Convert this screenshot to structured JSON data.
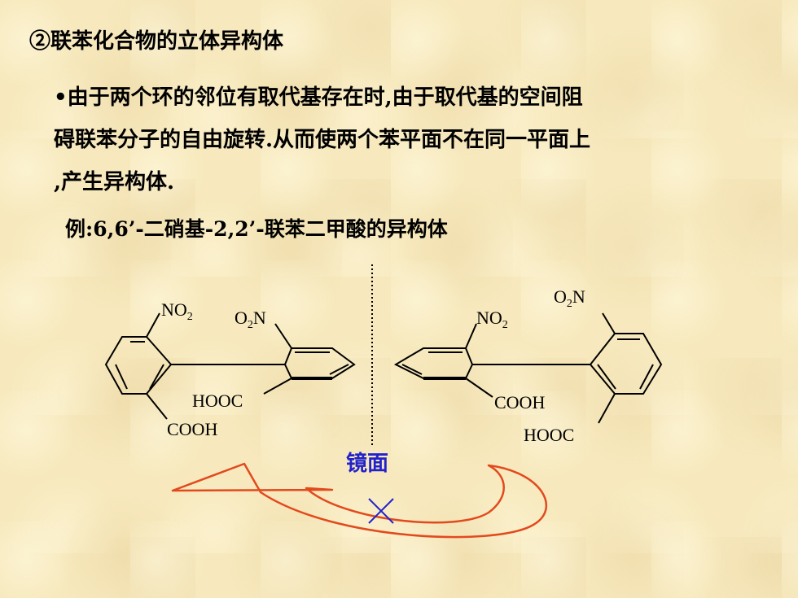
{
  "title": "②联苯化合物的立体异构体",
  "bullet": {
    "lines": [
      "•由于两个环的邻位有取代基存在时,由于取代基的空间阻",
      "碍联苯分子的自由旋转.从而使两个苯平面不在同一平面上",
      ",产生异构体."
    ]
  },
  "example": "例:6,6’-二硝基-2,2’-联苯二甲酸的异构体",
  "left_molecule": {
    "no2_top": "NO",
    "no2_top_sub": "2",
    "o2n_top": "O",
    "o2n_top_sub": "2",
    "o2n_top_end": "N",
    "hooc": "HOOC",
    "cooh": "COOH"
  },
  "right_molecule": {
    "o2n_top": "O",
    "o2n_top_sub": "2",
    "o2n_top_end": "N",
    "no2_top": "NO",
    "no2_top_sub": "2",
    "cooh": "COOH",
    "hooc": "HOOC"
  },
  "mirror_label": "镜面",
  "cross_symbol": "×",
  "colors": {
    "arrow": "#e24a1e",
    "mirror_text": "#2222cc",
    "cross": "#2222cc"
  }
}
